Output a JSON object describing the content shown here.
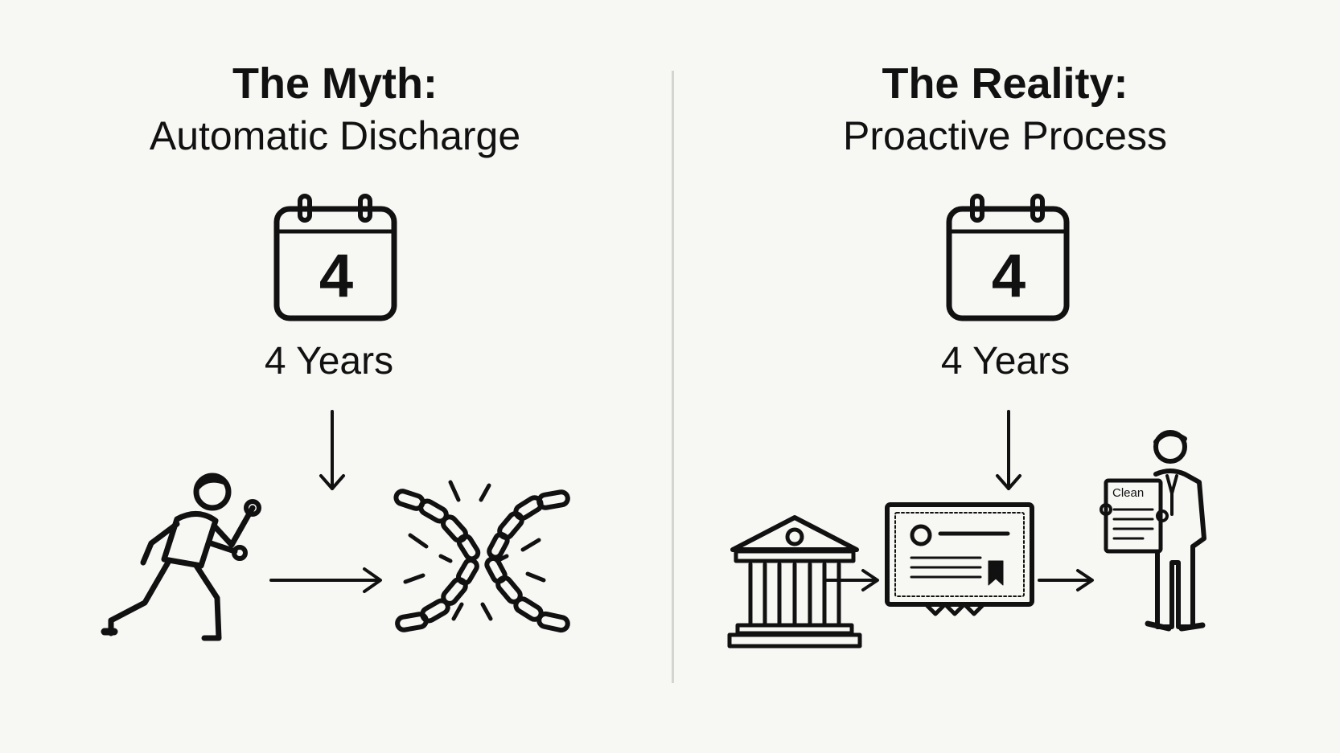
{
  "myth": {
    "heading": "The Myth:",
    "subheading": "Automatic Discharge",
    "calendar_number": "4",
    "duration": "4 Years",
    "icons": [
      "running-person-icon",
      "broken-chain-icon"
    ]
  },
  "reality": {
    "heading": "The Reality:",
    "subheading": "Proactive Process",
    "calendar_number": "4",
    "duration": "4 Years",
    "icons": [
      "courthouse-icon",
      "certificate-icon",
      "person-holding-document-icon"
    ],
    "document_label": "Clean"
  }
}
